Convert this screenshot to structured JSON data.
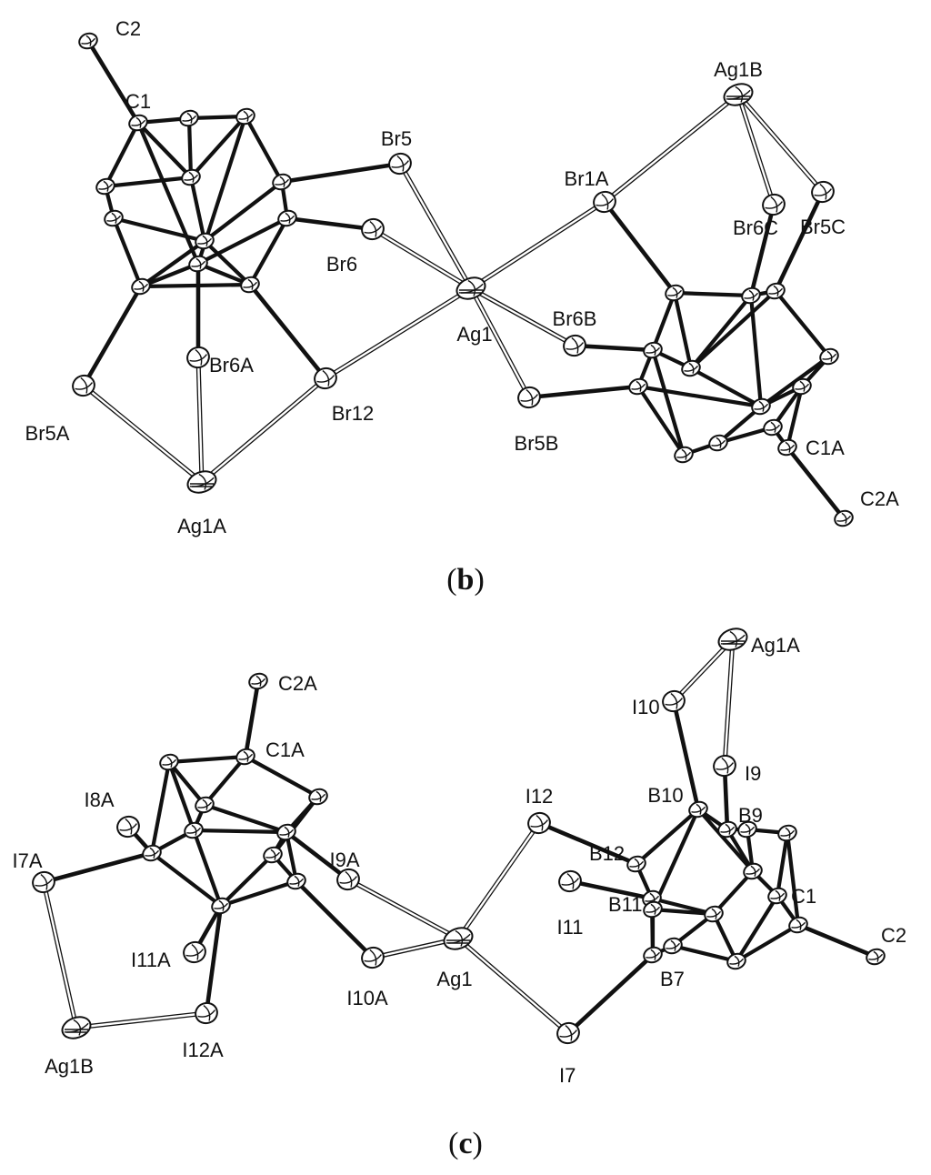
{
  "panels": [
    {
      "id": "b",
      "caption_open": "(",
      "caption_letter": "b",
      "caption_close": ")",
      "labels": [
        "C2",
        "C1",
        "Br5",
        "Ag1B",
        "Br1A",
        "Br6C",
        "Br5C",
        "Br6",
        "Ag1",
        "Br6B",
        "Br6A",
        "Br12",
        "Br5A",
        "Br5B",
        "C1A",
        "C2A",
        "Ag1A"
      ]
    },
    {
      "id": "c",
      "caption_open": "(",
      "caption_letter": "c",
      "caption_close": ")",
      "labels": [
        "Ag1A",
        "C2A",
        "I10",
        "C1A",
        "I9",
        "I8A",
        "I12",
        "B10",
        "B9",
        "I7A",
        "I9A",
        "B12",
        "I11",
        "B11",
        "C1",
        "C2",
        "I11A",
        "I10A",
        "Ag1",
        "B7",
        "Ag1B",
        "I12A",
        "I7"
      ]
    }
  ],
  "colors": {
    "ink": "#111111",
    "background": "#ffffff"
  }
}
